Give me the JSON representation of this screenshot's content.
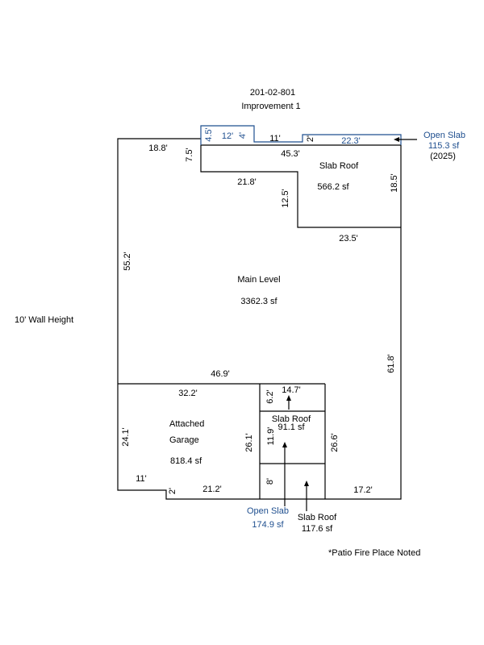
{
  "header": {
    "parcel_id": "201-02-801",
    "improvement": "Improvement 1"
  },
  "wall_height": "10' Wall Height",
  "note": "*Patio Fire Place Noted",
  "colors": {
    "line": "#000000",
    "accent": "#1f4f8f"
  },
  "areas": {
    "main_level": {
      "name": "Main Level",
      "area": "3362.3 sf"
    },
    "slab_roof_top": {
      "name": "Slab Roof",
      "area": "566.2 sf"
    },
    "garage": {
      "name_line1": "Attached",
      "name_line2": "Garage",
      "area": "818.4 sf"
    },
    "slab_roof_small": {
      "name": "Slab Roof",
      "area": "91.1 sf"
    },
    "open_slab_top": {
      "name": "Open Slab",
      "area": "115.3 sf",
      "year": "(2025)"
    },
    "open_slab_bottom": {
      "name": "Open Slab",
      "area": "174.9 sf"
    },
    "slab_roof_bottom": {
      "name": "Slab Roof",
      "area": "117.6 sf"
    }
  },
  "dimensions": {
    "d_4_5": "4.5'",
    "d_12": "12'",
    "d_4": "4'",
    "d_11_top": "11'",
    "d_2_top": "2'",
    "d_22_3": "22.3'",
    "d_18_8": "18.8'",
    "d_7_5": "7.5'",
    "d_45_3": "45.3'",
    "d_21_8": "21.8'",
    "d_12_5": "12.5'",
    "d_18_5": "18.5'",
    "d_23_5": "23.5'",
    "d_55_2": "55.2'",
    "d_61_8": "61.8'",
    "d_46_9": "46.9'",
    "d_32_2": "32.2'",
    "d_6_2": "6.2'",
    "d_14_7": "14.7'",
    "d_24_1": "24.1'",
    "d_26_1": "26.1'",
    "d_11_9": "11.9'",
    "d_26_6": "26.6'",
    "d_8": "8'",
    "d_11_bottom": "11'",
    "d_2_bottom": "2'",
    "d_21_2": "21.2'",
    "d_17_2": "17.2'"
  }
}
